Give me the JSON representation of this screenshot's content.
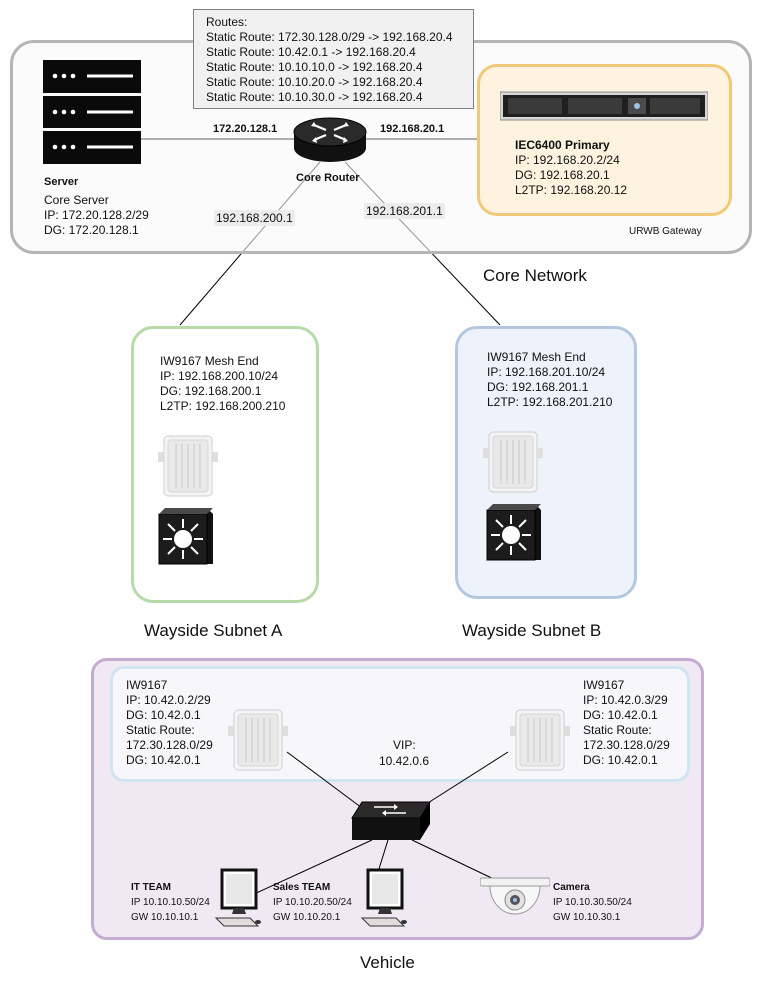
{
  "routes": {
    "heading": "Routes:",
    "items": [
      "Static Route: 172.30.128.0/29 -> 192.168.20.4",
      "Static Route: 10.42.0.1 -> 192.168.20.4",
      "Static Route: 10.10.10.0 -> 192.168.20.4",
      "Static Route: 10.10.20.0 -> 192.168.20.4",
      "Static Route: 10.10.30.0 -> 192.168.20.4"
    ]
  },
  "core": {
    "title": "Core Network",
    "server": {
      "heading": "Server",
      "name": "Core Server",
      "ip": "IP: 172.20.128.2/29",
      "dg": "DG: 172.20.128.1"
    },
    "router": {
      "label": "Core Router",
      "left_ip": "172.20.128.1",
      "right_ip": "192.168.20.1",
      "down_left_ip": "192.168.200.1",
      "down_right_ip": "192.168.201.1"
    },
    "gateway": {
      "heading": "IEC6400 Primary",
      "ip": "IP: 192.168.20.2/24",
      "dg": "DG: 192.168.20.1",
      "l2tp": "L2TP: 192.168.20.12",
      "caption": "URWB Gateway"
    }
  },
  "wayside_a": {
    "title": "Wayside Subnet A",
    "device": "IW9167 Mesh End",
    "ip": "IP: 192.168.200.10/24",
    "dg": "DG: 192.168.200.1",
    "l2tp": "L2TP: 192.168.200.210"
  },
  "wayside_b": {
    "title": "Wayside Subnet B",
    "device": "IW9167 Mesh End",
    "ip": "IP: 192.168.201.10/24",
    "dg": "DG: 192.168.201.1",
    "l2tp": "L2TP: 192.168.201.210"
  },
  "vehicle": {
    "title": "Vehicle",
    "left_radio": {
      "name": "IW9167",
      "ip": "IP: 10.42.0.2/29",
      "dg": "DG: 10.42.0.1",
      "route_label": "Static Route:",
      "route": "172.30.128.0/29",
      "route_dg": "DG: 10.42.0.1"
    },
    "right_radio": {
      "name": "IW9167",
      "ip": "IP: 10.42.0.3/29",
      "dg": "DG: 10.42.0.1",
      "route_label": "Static Route:",
      "route": "172.30.128.0/29",
      "route_dg": "DG: 10.42.0.1"
    },
    "vip_label": "VIP:",
    "vip": "10.42.0.6",
    "it_team": {
      "name": "IT TEAM",
      "ip": "IP 10.10.10.50/24",
      "gw": "GW 10.10.10.1"
    },
    "sales_team": {
      "name": "Sales TEAM",
      "ip": "IP 10.10.20.50/24",
      "gw": "GW 10.10.20.1"
    },
    "camera": {
      "name": "Camera",
      "ip": "IP 10.10.30.50/24",
      "gw": "GW 10.10.30.1"
    }
  },
  "colors": {
    "core_border": "#b5b5b5",
    "gateway_border": "#f2c878",
    "gateway_fill": "#fdf3df",
    "wayside_a_border": "#b7dba8",
    "wayside_b_border": "#b3c8e0",
    "wayside_b_fill": "#eef3fb",
    "vehicle_border": "#c3acd0",
    "vehicle_fill": "#f0e9f4",
    "radio_group_border": "#cfe6f2"
  }
}
